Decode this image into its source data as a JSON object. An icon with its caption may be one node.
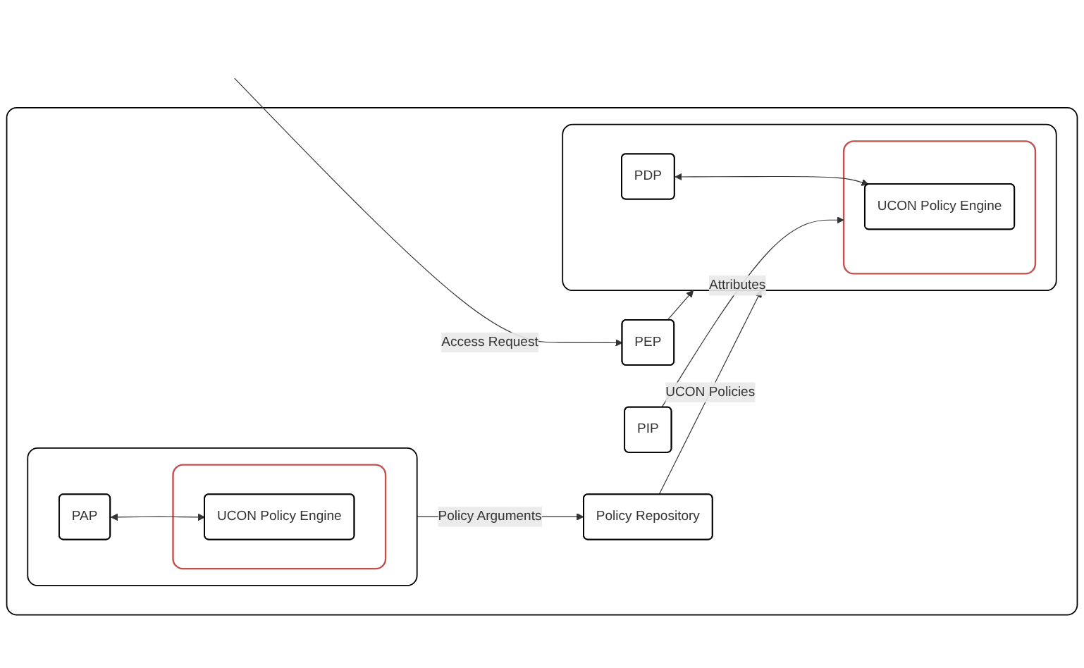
{
  "diagram": {
    "nodes": [
      {
        "text": [],
        "shape": "box"
      },
      {
        "text": [
          "PEP"
        ],
        "in": 0
      },
      {
        "text": [],
        "shape": "box",
        "in": 0
      },
      {
        "text": [
          "PDP"
        ],
        "in": 2
      },
      {
        "text": [],
        "shape": "box",
        "in": 2
      },
      {
        "text": [
          "UCON Policy Engine"
        ],
        "in": 4
      },
      {
        "text": [
          "PIP"
        ],
        "in": 0
      },
      {
        "text": [
          "Policy Repository"
        ],
        "in": 0
      },
      {
        "text": [],
        "shape": "box",
        "in": 0
      },
      {
        "text": [
          "PAP"
        ],
        "in": 8
      },
      {
        "text": [],
        "shape": "box",
        "in": 8
      },
      {
        "text": [
          "UCON Policy Engine"
        ],
        "in": 10
      }
    ],
    "edges": [
      {
        "from": null,
        "to": 1,
        "arrow": "to",
        "label": "Access Request"
      },
      {
        "from": 1,
        "to": 2,
        "arrow": "to"
      },
      {
        "from": 3,
        "to": 5,
        "arrow": "both"
      },
      {
        "from": 6,
        "to": 4,
        "arrow": "to",
        "label": "Attributes"
      },
      {
        "from": 7,
        "to": 2,
        "arrow": "to",
        "label": "UCON Policies"
      },
      {
        "from": 8,
        "to": 7,
        "arrow": "to",
        "label": "Policy Arguments"
      },
      {
        "from": 9,
        "to": 11,
        "arrow": "both"
      }
    ]
  }
}
